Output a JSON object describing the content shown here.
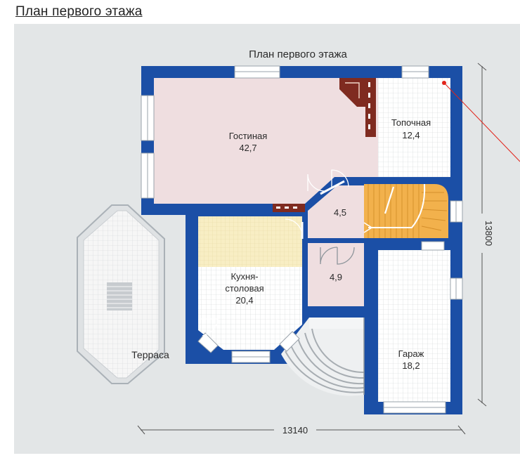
{
  "heading": "План первого этажа",
  "plan": {
    "title": "План первого этажа",
    "rooms": {
      "living": {
        "name": "Гостиная",
        "area": "42,7"
      },
      "boiler": {
        "name": "Топочная",
        "area": "12,4"
      },
      "hall": {
        "area": "4,5"
      },
      "wc": {
        "area": "4,9"
      },
      "kitchen": {
        "name1": "Кухня-",
        "name2": "столовая",
        "area": "20,4"
      },
      "terrace": {
        "name": "Терраса"
      },
      "garage": {
        "name": "Гараж",
        "area": "18,2"
      }
    },
    "dimensions": {
      "width": "13140",
      "depth": "13800"
    }
  },
  "colors": {
    "wall": "#1b4fa6",
    "living_floor": "#efdee0",
    "tile_floor": "#ffffff",
    "parquet": "#f8eec4",
    "stairs": "#f2b14c",
    "fireplace": "#7f2b20",
    "terrace": "#f6f6f6",
    "marker": "#e2231a"
  }
}
